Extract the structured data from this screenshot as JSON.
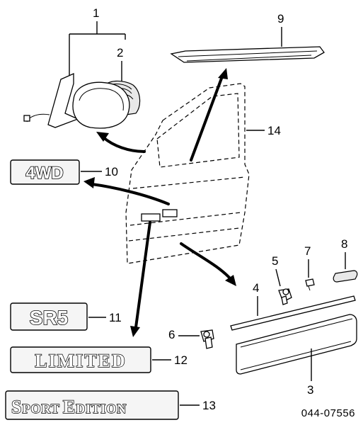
{
  "callouts": {
    "c1": "1",
    "c2": "2",
    "c3": "3",
    "c4": "4",
    "c5": "5",
    "c6": "6",
    "c7": "7",
    "c8": "8",
    "c9": "9",
    "c10": "10",
    "c11": "11",
    "c12": "12",
    "c13": "13",
    "c14": "14"
  },
  "emblems": {
    "e10": "4WD",
    "e11": "SR5",
    "e12": "LIMITED",
    "e13a": "S",
    "e13b": "PORT",
    "e13c": "E",
    "e13d": "DITION"
  },
  "diagram_code": "044-07556"
}
